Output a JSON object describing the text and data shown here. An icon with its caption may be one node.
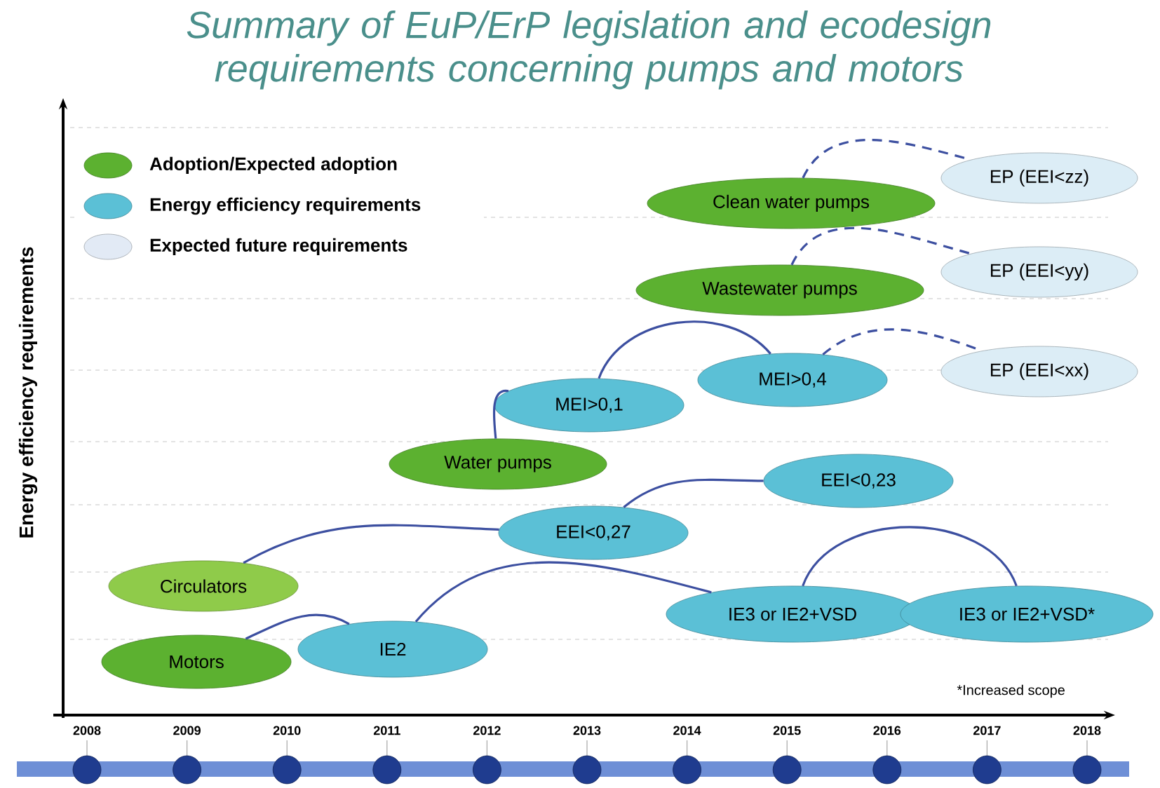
{
  "diagram": {
    "title": "Summary of EuP/ErP legislation and ecodesign requirements concerning pumps and motors",
    "nodes": [
      {
        "text": [
          "Clean water pumps"
        ]
      },
      {
        "text": [
          "EP (EEI<zz)"
        ]
      },
      {
        "text": [
          "Wastewater pumps"
        ]
      },
      {
        "text": [
          "EP (EEI<yy)"
        ]
      },
      {
        "text": [
          "MEI>0,1"
        ]
      },
      {
        "text": [
          "MEI>0,4"
        ]
      },
      {
        "text": [
          "EP (EEI<xx)"
        ]
      },
      {
        "text": [
          "Water pumps"
        ]
      },
      {
        "text": [
          "EEI<0,23"
        ]
      },
      {
        "text": [
          "EEI<0,27"
        ]
      },
      {
        "text": [
          "Circulators"
        ]
      },
      {
        "text": [
          "IE2"
        ]
      },
      {
        "text": [
          "IE3 or IE2+VSD"
        ]
      },
      {
        "text": [
          "IE3 or IE2+VSD*"
        ]
      },
      {
        "text": [
          "Motors"
        ]
      }
    ],
    "edges": [
      {
        "from": 14,
        "to": 11,
        "arrow": "none"
      },
      {
        "from": 10,
        "to": 9,
        "arrow": "none"
      },
      {
        "from": 11,
        "to": 12,
        "arrow": "none"
      },
      {
        "from": 12,
        "to": 13,
        "arrow": "none"
      },
      {
        "from": 7,
        "to": 4,
        "arrow": "none"
      },
      {
        "from": 9,
        "to": 8,
        "arrow": "none"
      },
      {
        "from": 4,
        "to": 5,
        "arrow": "none"
      },
      {
        "from": 5,
        "to": 6,
        "arrow": "none",
        "style": "dashed"
      },
      {
        "from": 2,
        "to": 3,
        "arrow": "none",
        "style": "dashed"
      },
      {
        "from": 0,
        "to": 1,
        "arrow": "none",
        "style": "dashed"
      }
    ],
    "labels": [
      "Energy efficiency requirements",
      "*Increased scope",
      "2008",
      "2009",
      "2010",
      "2011",
      "2012",
      "2013",
      "2014",
      "2015",
      "2016",
      "2017",
      "2018"
    ],
    "legend": [
      {
        "text": "Adoption/Expected adoption",
        "color": "#5cb130"
      },
      {
        "text": "Energy efficiency requirements",
        "color": "#5bc0d6"
      },
      {
        "text": "Expected future requirements",
        "color": "#e2eaf5"
      }
    ]
  }
}
